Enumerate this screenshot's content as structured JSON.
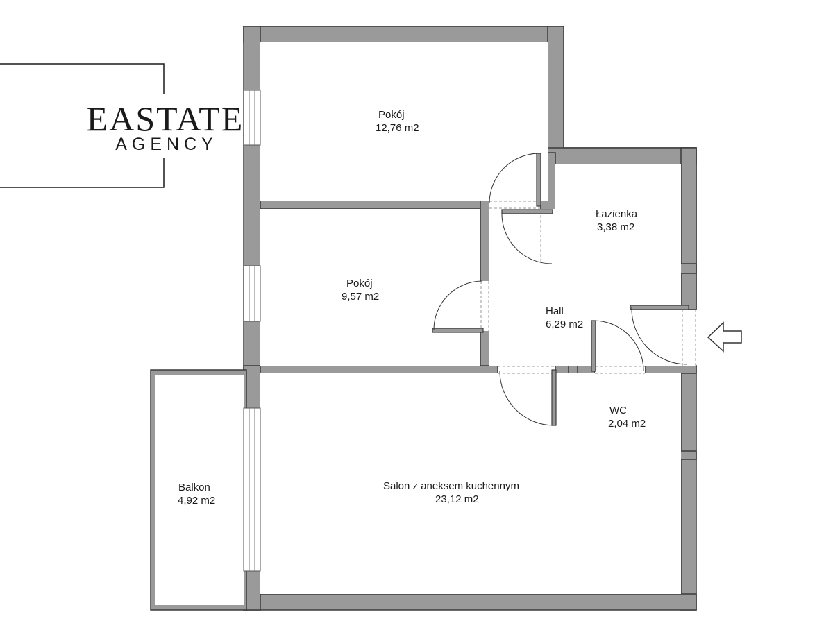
{
  "logo": {
    "title": "EASTATE",
    "subtitle": "AGENCY"
  },
  "rooms": [
    {
      "id": "pokoj-1",
      "name": "Pokój",
      "area": "12,76 m2"
    },
    {
      "id": "pokoj-2",
      "name": "Pokój",
      "area": "9,57 m2"
    },
    {
      "id": "lazienka",
      "name": "Łazienka",
      "area": "3,38 m2"
    },
    {
      "id": "hall",
      "name": "Hall",
      "area": "6,29 m2"
    },
    {
      "id": "wc",
      "name": "WC",
      "area": "2,04 m2"
    },
    {
      "id": "salon",
      "name": "Salon z aneksem kuchennym",
      "area": "23,12 m2"
    },
    {
      "id": "balkon",
      "name": "Balkon",
      "area": "4,92 m2"
    }
  ],
  "entrance": {
    "icon": "entrance-arrow-icon"
  },
  "colors": {
    "wall": "#9a9a9a",
    "wall_outline": "#3a3a3a",
    "background": "#ffffff"
  }
}
